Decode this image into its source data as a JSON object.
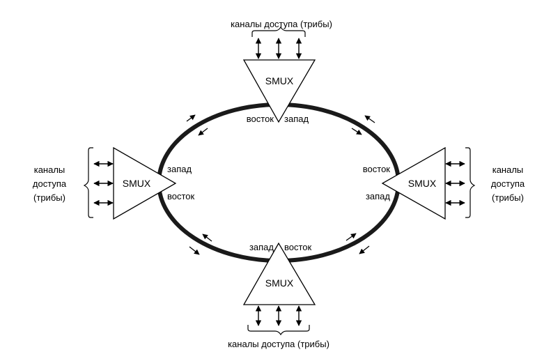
{
  "nodes": [
    {
      "id": "top",
      "label": "SMUX",
      "access_label": "каналы доступа (трибы)",
      "port_labels": [
        "восток",
        "запад"
      ]
    },
    {
      "id": "left",
      "label": "SMUX",
      "access_label_lines": [
        "каналы",
        "доступа",
        "(трибы)"
      ],
      "port_labels": [
        "запад",
        "восток"
      ]
    },
    {
      "id": "right",
      "label": "SMUX",
      "access_label_lines": [
        "каналы",
        "доступа",
        "(трибы)"
      ],
      "port_labels": [
        "восток",
        "запад"
      ]
    },
    {
      "id": "bottom",
      "label": "SMUX",
      "access_label": "каналы доступа (трибы)",
      "port_labels": [
        "запад",
        "восток"
      ]
    }
  ],
  "colors": {
    "ink": "#000000",
    "ring": "#1a1a1a",
    "fill": "#ffffff"
  }
}
